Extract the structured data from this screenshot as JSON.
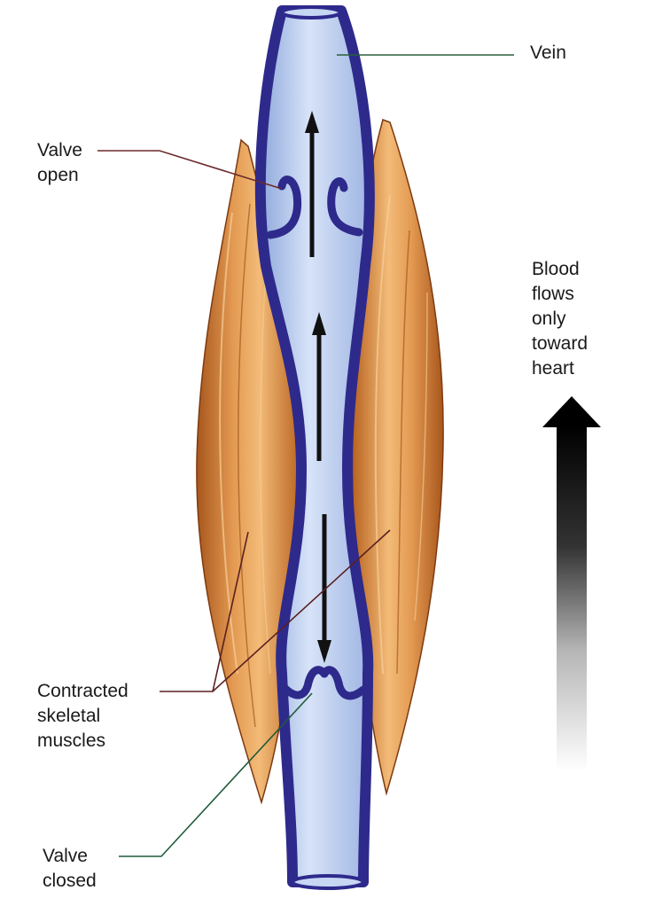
{
  "labels": {
    "vein": "Vein",
    "valve_open": [
      "Valve",
      "open"
    ],
    "blood_flow": [
      "Blood",
      "flows",
      "only",
      "toward",
      "heart"
    ],
    "muscles": [
      "Contracted",
      "skeletal",
      "muscles"
    ],
    "valve_closed": [
      "Valve",
      "closed"
    ]
  },
  "colors": {
    "vein_wall": "#2e2a8c",
    "vein_lumen": "#b9cdf0",
    "muscle": "#c9732e",
    "muscle_highlight": "#f0b066",
    "arrow": "#111111",
    "leader_vein": "#2b5e3a",
    "leader_valve_open": "#6b2a2a",
    "leader_muscles": "#5a2020",
    "leader_valve_closed": "#1f5a3a"
  }
}
